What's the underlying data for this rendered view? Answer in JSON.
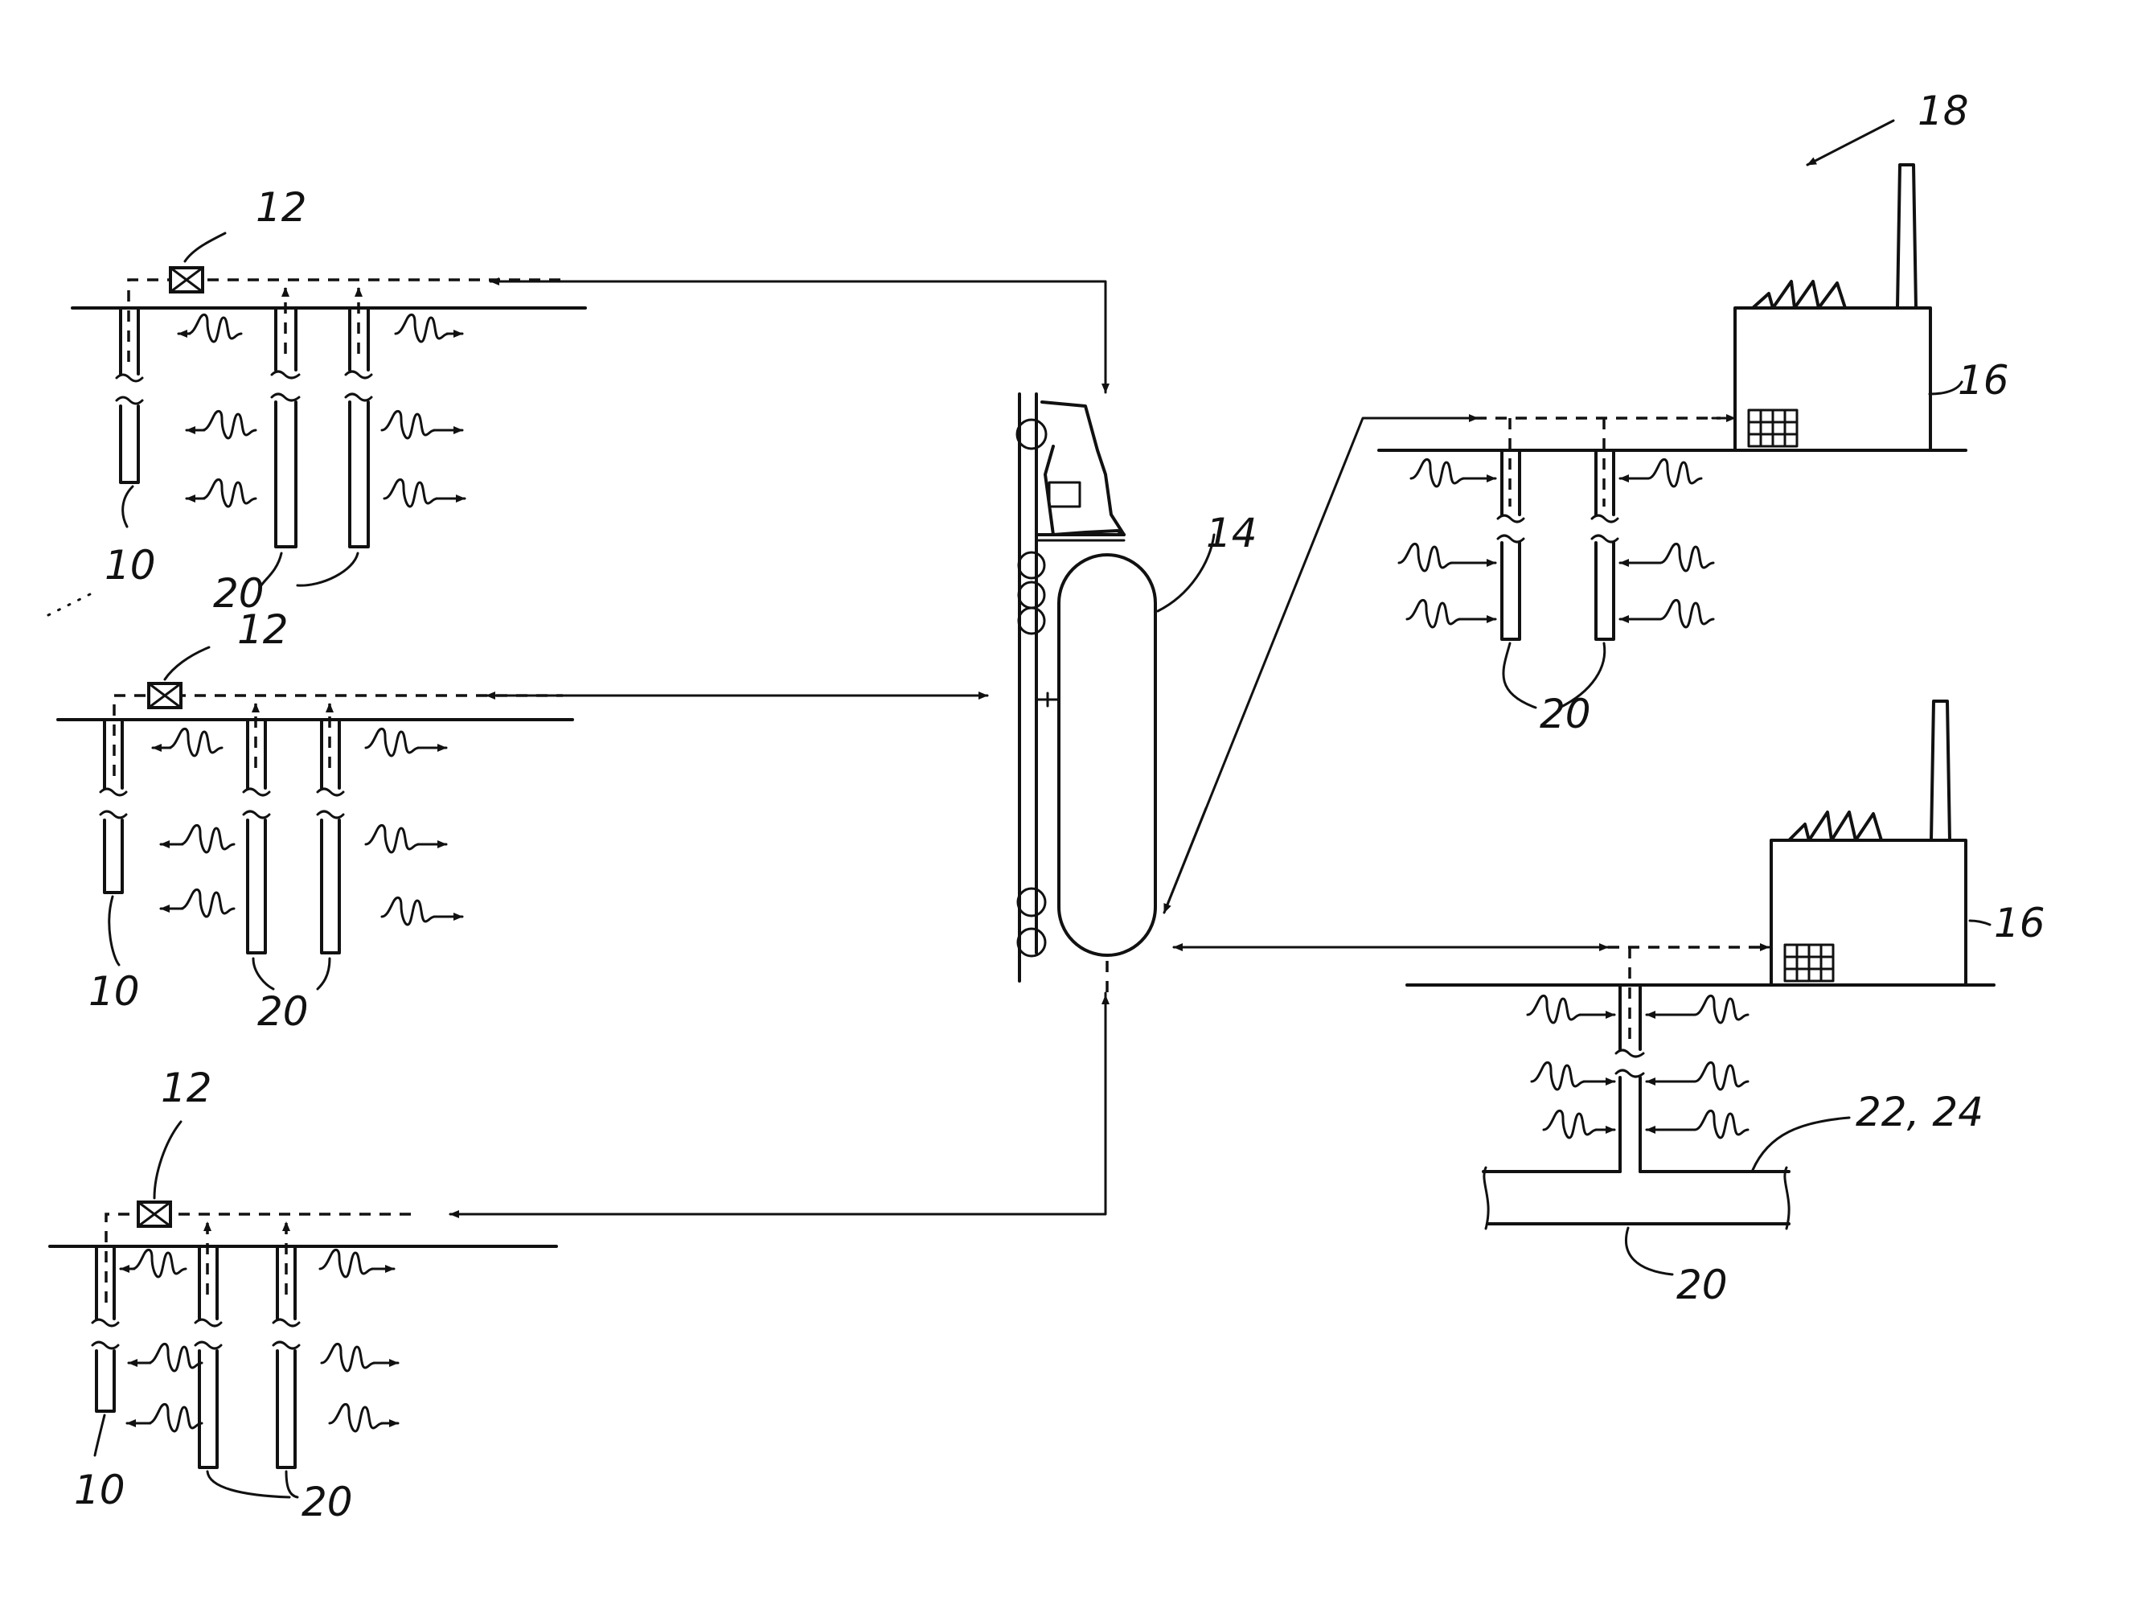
{
  "labels": {
    "system": "18",
    "source_well_1": "10",
    "source_well_2": "10",
    "source_well_3": "10",
    "compressor_1": "12",
    "compressor_2": "12",
    "compressor_3": "12",
    "injection_wells_1": "20",
    "injection_wells_2": "20",
    "injection_wells_3": "20",
    "injection_wells_4": "20",
    "injection_wells_5": "20",
    "tanker": "14",
    "plant_1": "16",
    "plant_2": "16",
    "formation": "22, 24"
  },
  "colors": {
    "ink": "#111111",
    "paper": "#ffffff"
  }
}
